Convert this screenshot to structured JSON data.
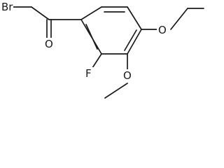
{
  "molecule": {
    "atoms": {
      "bromine": "Br",
      "carbonyl_oxygen": "O",
      "fluorine": "F",
      "ethoxy_oxygen": "O",
      "methoxy_oxygen": "O"
    }
  }
}
